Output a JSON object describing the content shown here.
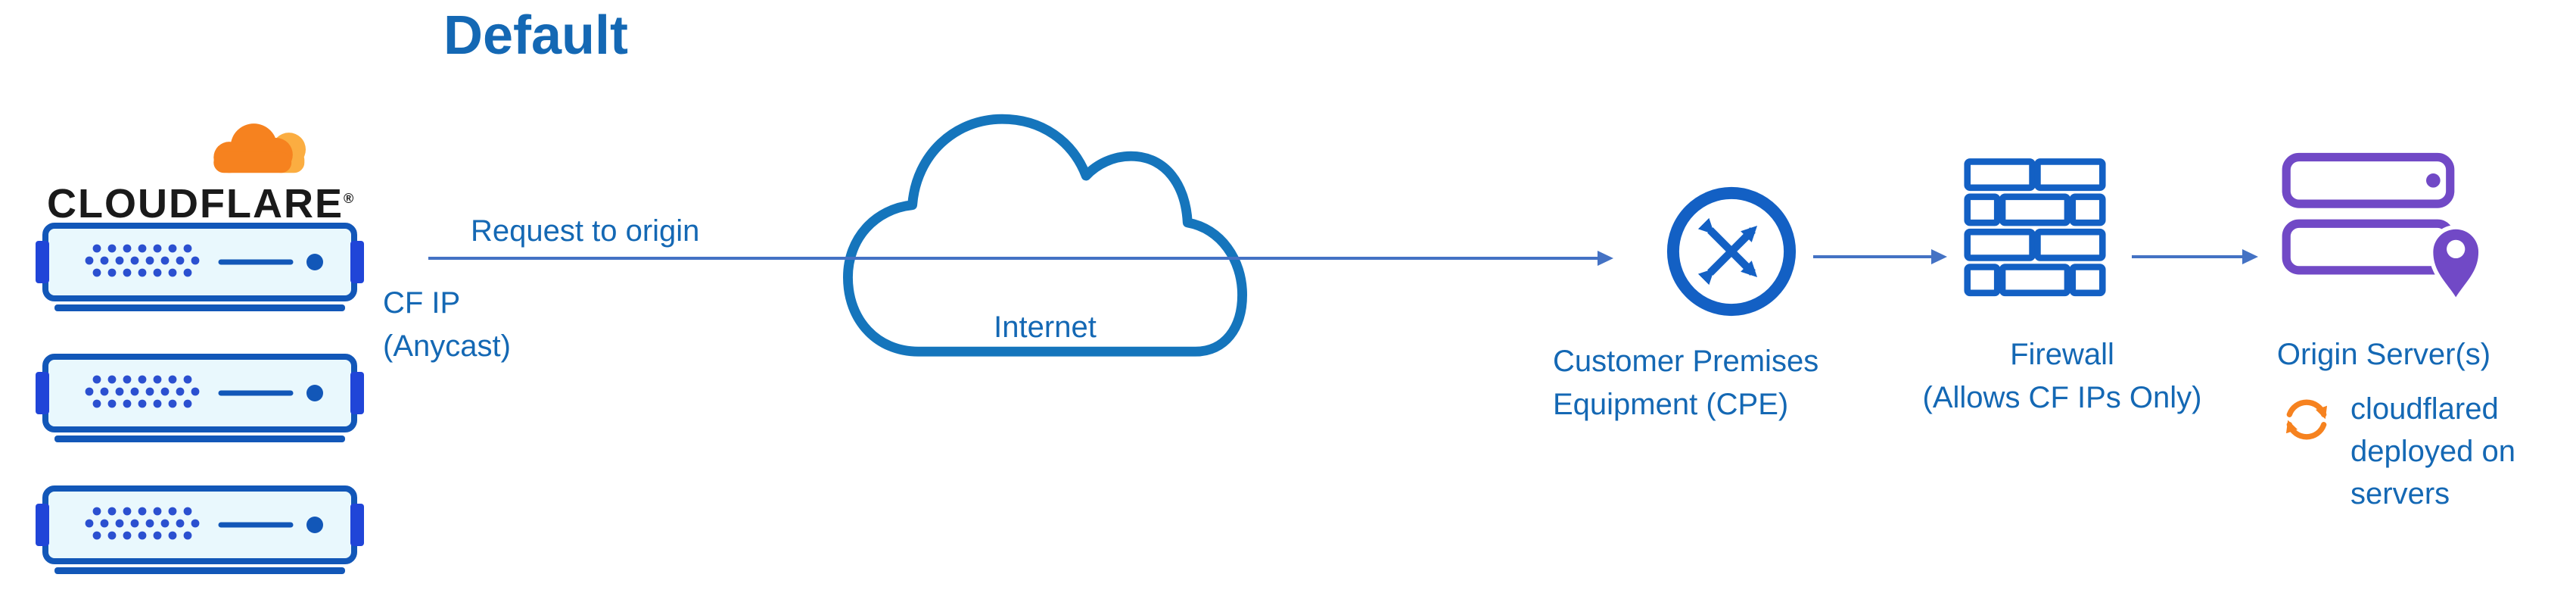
{
  "title": "Default",
  "colors": {
    "text_blue": "#1468B4",
    "arrow_blue": "#4472C4",
    "icon_blue": "#1360C4",
    "cloud_blue": "#1575BC",
    "server_border": "#1257B8",
    "server_fill": "#E9F8FD",
    "server_tab": "#2045D8",
    "server_dot": "#2B50D0",
    "purple": "#7149C6",
    "orange": "#F6821F",
    "orange_light": "#FBAD41",
    "wordmark_black": "#1A1A1A"
  },
  "icons": {
    "cloudflare_logo": "orange-cloudflare-cloud",
    "edge_server": "edge-server-rack",
    "internet": "cloud-outline",
    "cpe": "circle-with-crossed-arrows",
    "firewall": "brick-wall",
    "origin": "stacked-servers-with-location-pin",
    "cloudflared": "circular-sync-arrows"
  },
  "cloudflare_edge": {
    "wordmark": "CLOUDFLARE",
    "registered_mark": "®",
    "request_label": "Request to origin",
    "cf_ip_label": [
      "CF IP",
      "(Anycast)"
    ],
    "server_count": 3
  },
  "internet": {
    "label": "Internet"
  },
  "cpe": {
    "label": [
      "Customer Premises",
      "Equipment (CPE)"
    ]
  },
  "firewall": {
    "label": [
      "Firewall",
      "(Allows CF IPs Only)"
    ]
  },
  "origin": {
    "label": "Origin Server(s)",
    "cloudflared_note": [
      "cloudflared",
      "deployed on",
      "servers"
    ]
  }
}
